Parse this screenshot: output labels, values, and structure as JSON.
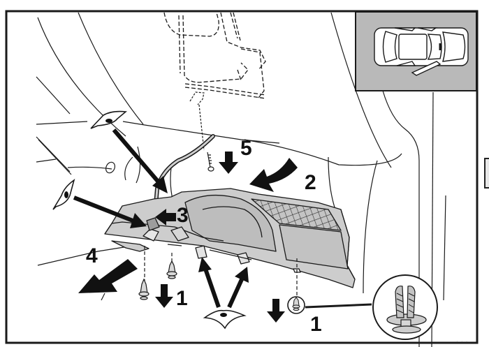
{
  "figure": {
    "title": "Glove box / lower instrument panel removal illustration",
    "colors": {
      "frame": "#1a1a1a",
      "line": "#1a1a1a",
      "part_fill": "#c9c9c9",
      "part_fill_dark": "#b4b4b4",
      "inset_background": "#b9b9b9",
      "background": "#ffffff"
    }
  },
  "steps": [
    {
      "id": "step-1-left",
      "label": "1",
      "description": "Remove clip downward"
    },
    {
      "id": "step-1-right",
      "label": "1",
      "description": "Remove clip downward"
    },
    {
      "id": "step-2",
      "label": "2",
      "description": "Push panel down"
    },
    {
      "id": "step-3",
      "label": "3",
      "description": "Disconnect connector"
    },
    {
      "id": "step-4",
      "label": "4",
      "description": "Pull panel out"
    },
    {
      "id": "step-5",
      "label": "5",
      "description": "Remove screw"
    }
  ],
  "symbols": {
    "view_eye_count": 3,
    "icon_eye": "view-direction-eye-icon",
    "icon_clip": "trim-clip-icon",
    "icon_screw": "screw-icon",
    "icon_car": "car-top-view-icon"
  },
  "inset": {
    "description": "Vehicle top view with front passenger door open"
  },
  "detail_callout": {
    "description": "Enlarged push-type trim clip"
  },
  "watermark": {
    "text": "· · ·"
  }
}
